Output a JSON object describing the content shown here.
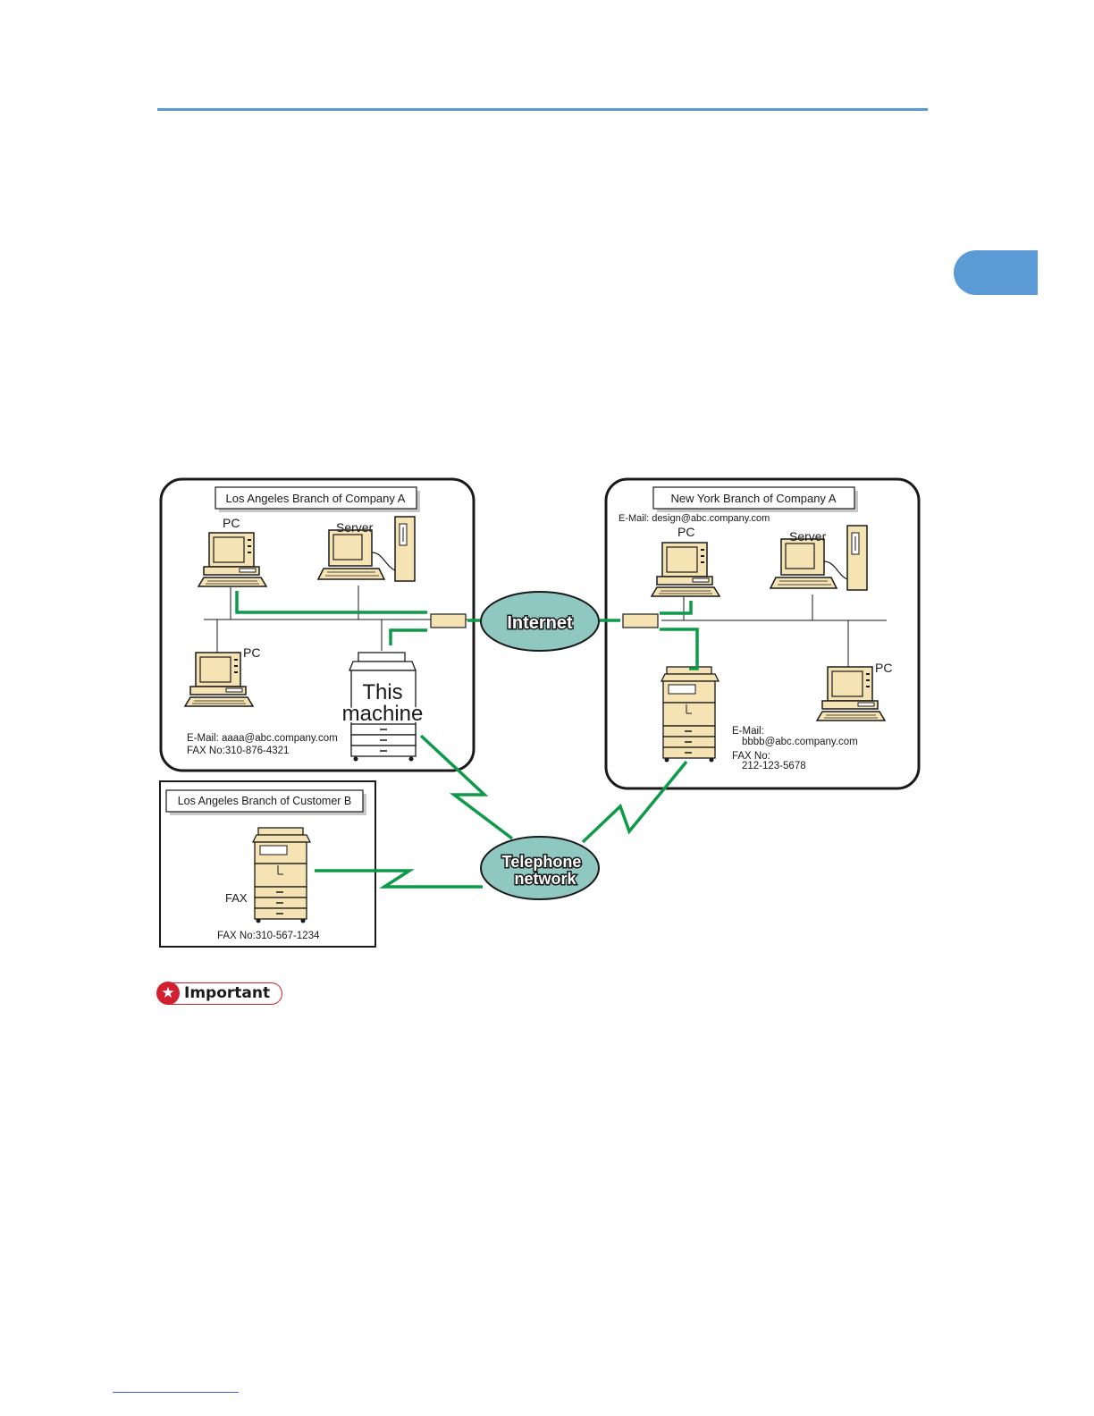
{
  "colors": {
    "accent_blue": "#5b9bd5",
    "green_link": "#0f9a4a",
    "bubble_fill": "#8ec8c0",
    "device_fill": "#f6e3b4",
    "important_red": "#d22030"
  },
  "diagram": {
    "la_company_a": {
      "title": "Los Angeles Branch of Company A",
      "pc_label_1": "PC",
      "server_label": "Server",
      "pc_label_2": "PC",
      "this_machine_line1": "This",
      "this_machine_line2": "machine",
      "email": "E-Mail:  aaaa@abc.company.com",
      "fax": "FAX No:310-876-4321"
    },
    "ny_company_a": {
      "title": "New York Branch of Company A",
      "email_top": "E-Mail: design@abc.company.com",
      "pc_label_1": "PC",
      "server_label": "Server",
      "pc_label_2": "PC",
      "email_label": "E-Mail:",
      "email_value": "bbbb@abc.company.com",
      "fax_label": "FAX No:",
      "fax_value": "212-123-5678"
    },
    "la_customer_b": {
      "title": "Los Angeles Branch of Customer B",
      "fax_label": "FAX",
      "fax_number": "FAX No:310-567-1234"
    },
    "internet": "Internet",
    "telephone_line1": "Telephone",
    "telephone_line2": "network"
  },
  "important": {
    "icon": "star-icon",
    "label": "Important"
  }
}
